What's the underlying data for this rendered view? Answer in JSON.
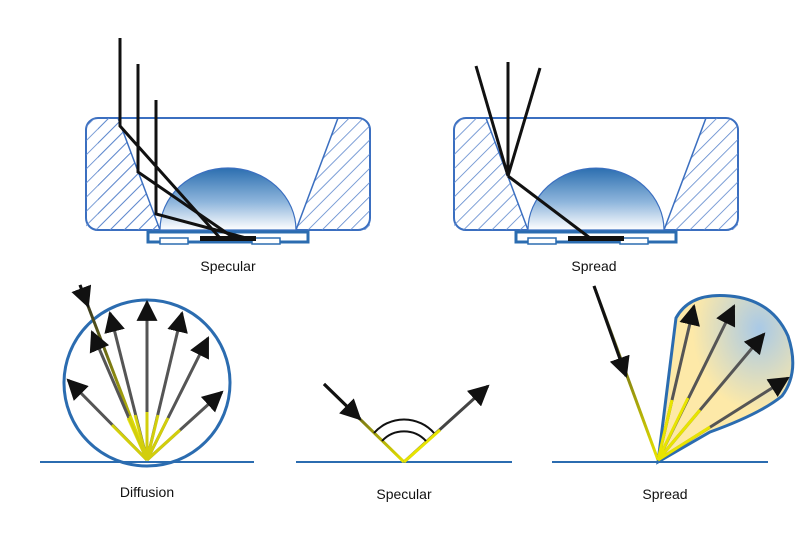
{
  "labels": {
    "top_left": "Specular",
    "top_right": "Spread",
    "bottom_left": "Diffusion",
    "bottom_middle": "Specular",
    "bottom_right": "Spread"
  },
  "colors": {
    "outline_blue": "#2b6cb0",
    "housing_blue": "#3b6fc0",
    "hatch_blue": "#5b86cc",
    "dome_dark": "#2c6fb0",
    "ray_black": "#111111",
    "ray_yellow": "#e8e400",
    "spread_fill_yellow": "#fde9a8",
    "spread_fill_blue": "#b9d3ea"
  },
  "icons": [
    "led-housing-icon",
    "dome-lens-icon",
    "light-ray-icon",
    "reflection-lobe-icon"
  ]
}
